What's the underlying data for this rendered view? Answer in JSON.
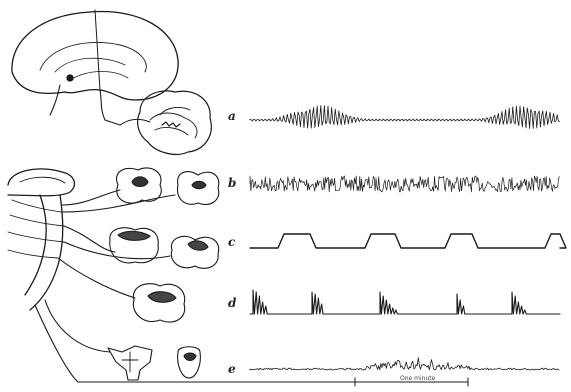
{
  "panels": [
    {
      "label": "a",
      "trace": "spindle-bursts"
    },
    {
      "label": "b",
      "trace": "dense-continuous"
    },
    {
      "label": "c",
      "trace": "square-plateaus"
    },
    {
      "label": "d",
      "trace": "spike-bursts"
    },
    {
      "label": "e",
      "trace": "noisy-burst"
    }
  ],
  "scale_bar": {
    "label": "One minute"
  },
  "colors": {
    "ink": "#1a1a1a",
    "paper": "#ffffff"
  }
}
